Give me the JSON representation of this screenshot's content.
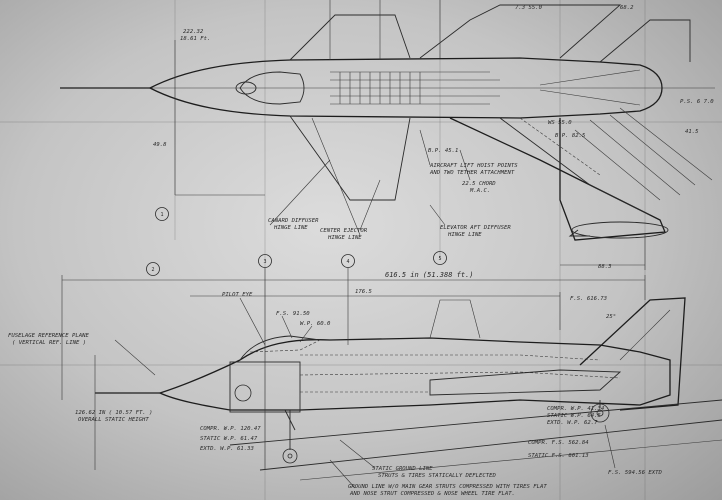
{
  "station_bubbles": [
    "1",
    "2",
    "3",
    "4",
    "5"
  ],
  "plan_view": {
    "nose_station": "222.32",
    "nose_station_ft": "18.61 Ft.",
    "canard_label_1": "CANARD DIFFUSER",
    "canard_label_2": "HINGE LINE",
    "center_ejector_1": "CENTER EJECTOR",
    "center_ejector_2": "HINGE LINE",
    "elevator_1": "ELEVATOR  AFT DIFFUSER",
    "elevator_2": "HINGE LINE",
    "aircraft_1": "AIRCRAFT LIFT HOIST POINTS",
    "aircraft_2": "AND TWO TETHER ATTACHMENT",
    "chord_1": "22.5 CHORD",
    "chord_2": "M.A.C.",
    "ws_1": "B.P. 45.1",
    "ws_2": "WS 55.0",
    "ws_3": "B.P. 82.5",
    "dim_left": "49.8",
    "dim_right": "88.3",
    "tag_top_1": "7.3  55.0",
    "tag_top_2": "68.2",
    "tag_right_1": "P.S. 6  7.0",
    "tag_right_2": "41.5"
  },
  "side_view": {
    "overall_length": "616.5 in (51.388 ft.)",
    "reference_station": "176.5",
    "station_right": "F.S. 616.73",
    "pilot_eye": "PILOT EYE",
    "fs_label": "F.S. 91.50",
    "wp_label": "W.P. 60.0",
    "angle": "25°",
    "fuselage_ref_1": "FUSELAGE  REFERENCE  PLANE",
    "fuselage_ref_2": "( VERTICAL  REF. LINE )",
    "height_1": "126.62 IN ( 10.57 FT. )",
    "height_2": "OVERALL  STATIC  HEIGHT",
    "comp_left": "COMPR.  W.P. 120.47",
    "static_left": "STATIC  W.P. 61.47",
    "extd_left": "EXTD.  W.P. 61.33",
    "comp_right": "COMPR.  W.P. 41.34",
    "static_right": "STATIC  W.P. 64.5",
    "extd_right": "EXTD.  W.P. 62.7",
    "comp_fs": "COMPR.  F.S. 562.84",
    "static_fs": "STATIC  F.S. 601.13",
    "fs_bottom": "F.S. 594.56  EXTD",
    "ground_line_1": "STATIC  GROUND  LINE",
    "ground_line_2": "STRUTS  &  TIRES  STATICALLY  DEFLECTED",
    "ground_line_3": "GROUND  LINE  W/O  MAIN  GEAR  STRUTS  COMPRESSED  WITH  TIRES  FLAT",
    "ground_line_4": "AND  NOSE  STRUT  COMPRESSED  &  NOSE  WHEEL  TIRE  FLAT."
  }
}
